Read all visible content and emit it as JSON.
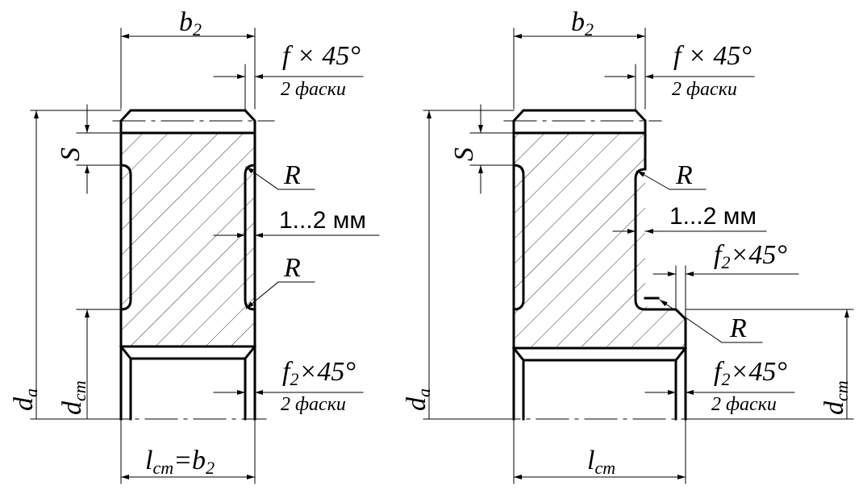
{
  "left": {
    "b2": "b",
    "b2_sub": "2",
    "chamfer_top": "f × 45°",
    "chamfer_top_note": "2 фаски",
    "S": "S",
    "R1": "R",
    "R2": "R",
    "gap": "1...2 мм",
    "chamfer_bot": "f",
    "chamfer_bot_sub": "2",
    "chamfer_bot_rest": "×45°",
    "chamfer_bot_note": "2 фаски",
    "da": "d",
    "da_sub": "a",
    "dct": "d",
    "dct_sub": "ст",
    "lct": "l",
    "lct_sub": "ст",
    "lct_eq": "=b",
    "lct_eq_sub": "2"
  },
  "right": {
    "b2": "b",
    "b2_sub": "2",
    "chamfer_top": "f × 45°",
    "chamfer_top_note": "2 фаски",
    "S": "S",
    "R1": "R",
    "R3": "R",
    "gap": "1...2 мм",
    "chamfer_mid": "f",
    "chamfer_mid_sub": "2",
    "chamfer_mid_rest": "×45°",
    "chamfer_bot": "f",
    "chamfer_bot_sub": "2",
    "chamfer_bot_rest": "×45°",
    "chamfer_bot_note": "2 фаски",
    "da": "d",
    "da_sub": "a",
    "dct": "d",
    "dct_sub": "ст",
    "lct": "l",
    "lct_sub": "ст"
  }
}
